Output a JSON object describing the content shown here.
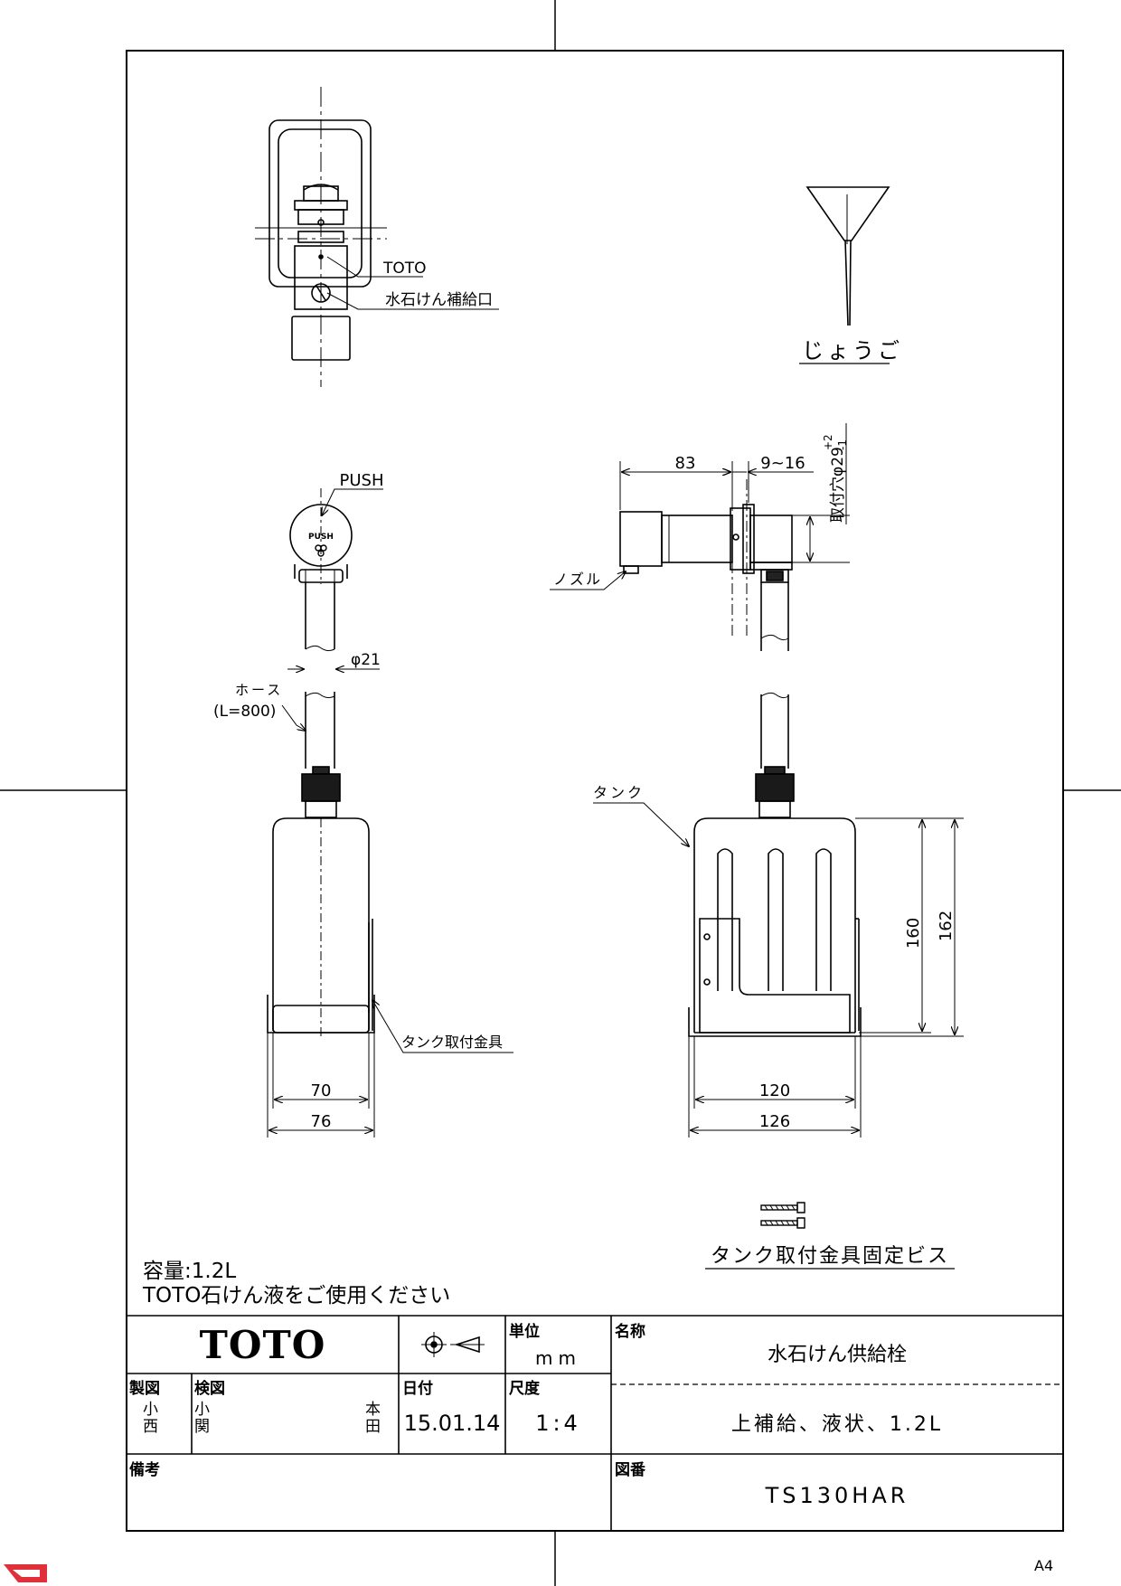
{
  "drawing": {
    "labels": {
      "toto_top": "TOTO",
      "soap_port": "水石けん補給口",
      "funnel": "じょうご",
      "push": "PUSH",
      "push_button": "PUSH",
      "hose": "ホース",
      "hose_length": "(L=800)",
      "phi21": "φ21",
      "nozzle": "ノズル",
      "mount_hole": "取付穴φ29",
      "tol_plus": "+2",
      "tol_minus": "-1",
      "tank": "タンク",
      "tank_bracket": "タンク取付金具",
      "bracket_screws": "タンク取付金具固定ビス"
    },
    "dims": {
      "d83": "83",
      "d9_16": "9~16",
      "d70": "70",
      "d76": "76",
      "d120": "120",
      "d126": "126",
      "d160": "160",
      "d162": "162"
    },
    "notes": {
      "capacity": "容量:1.2L",
      "usage": "TOTO石けん液をご使用ください"
    }
  },
  "title_block": {
    "logo": "TOTO",
    "unit_label": "単位",
    "unit_value": "mm",
    "name_label": "名称",
    "name_value": "水石けん供給栓",
    "subtitle": "上補給、液状、1.2L",
    "drawn_label": "製図",
    "drawn_by": "小西",
    "checked_label": "検図",
    "checked_by": "小関",
    "approved_by": "本田",
    "date_label": "日付",
    "date_value": "15.01.14",
    "scale_label": "尺度",
    "scale_value": "1:4",
    "remarks_label": "備考",
    "drawing_no_label": "図番",
    "drawing_no_value": "TS130HAR"
  },
  "sheet_size": "A4"
}
